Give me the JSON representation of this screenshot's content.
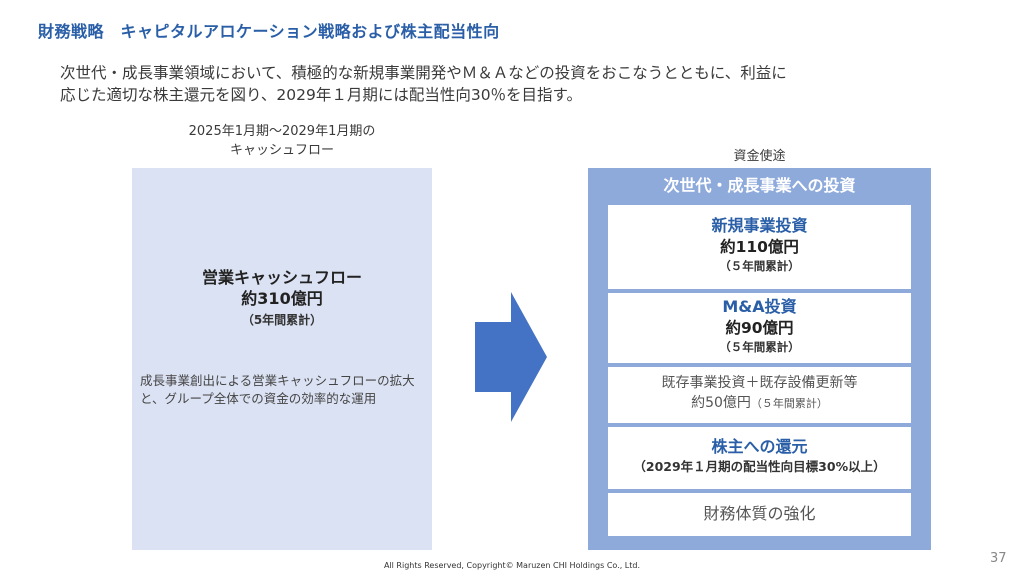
{
  "header": {
    "title": "財務戦略　キャピタルアロケーション戦略および株主配当性向"
  },
  "lead": {
    "line1": "次世代・成長事業領域において、積極的な新規事業開発やＭ＆Ａなどの投資をおこなうとともに、利益に",
    "line2": "応じた適切な株主還元を図り、2029年１月期には配当性向30％を目指す。"
  },
  "cashflow": {
    "caption_line1": "2025年1月期～2029年1月期の",
    "caption_line2": "キャッシュフロー",
    "title": "営業キャッシュフロー",
    "amount": "約310億円",
    "note": "（5年間累計）",
    "desc": "成長事業創出による営業キャッシュフローの拡大と、グループ全体での資金の効率的な運用"
  },
  "uses": {
    "caption": "資金使途",
    "header": "次世代・成長事業への投資",
    "new_business": {
      "title": "新規事業投資",
      "amount": "約110億円",
      "note": "（５年間累計）"
    },
    "ma": {
      "title": "M&A投資",
      "amount": "約90億円",
      "note": "（５年間累計）"
    },
    "existing": {
      "title": "既存事業投資＋既存設備更新等",
      "amount": "約50億円",
      "note": "（５年間累計）"
    },
    "shareholder": {
      "title": "株主への還元",
      "note": "（2029年１月期の配当性向目標30%以上）"
    },
    "finance": {
      "title": "財務体質の強化"
    }
  },
  "footer": {
    "copyright": "All Rights Reserved, Copyright© Maruzen CHI Holdings Co., Ltd.",
    "page": "37"
  },
  "colors": {
    "title_blue": "#2a5fa8",
    "left_box": "#dbe2f3",
    "right_box": "#8eaadb",
    "arrow": "#4472c4"
  }
}
